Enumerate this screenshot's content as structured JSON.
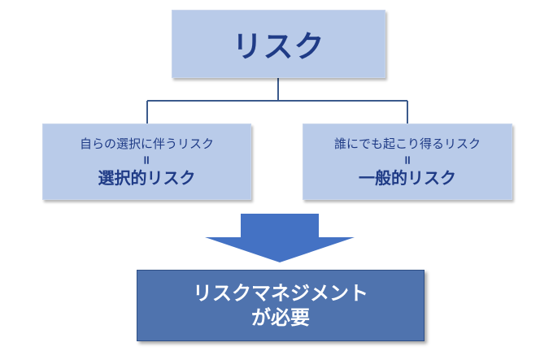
{
  "top": {
    "title": "リスク"
  },
  "left": {
    "subtitle": "自らの選択に伴うリスク",
    "equals": "=",
    "term": "選択的リスク"
  },
  "right": {
    "subtitle": "誰にでも起こり得るリスク",
    "equals": "=",
    "term": "一般的リスク"
  },
  "bottom": {
    "line1": "リスクマネジメント",
    "line2": "が必要"
  },
  "colors": {
    "light_box": "#b9cbe9",
    "text_blue": "#1f3b86",
    "dark_box": "#4f73ae",
    "arrow": "#4472c4",
    "connector": "#3b5a8c"
  }
}
